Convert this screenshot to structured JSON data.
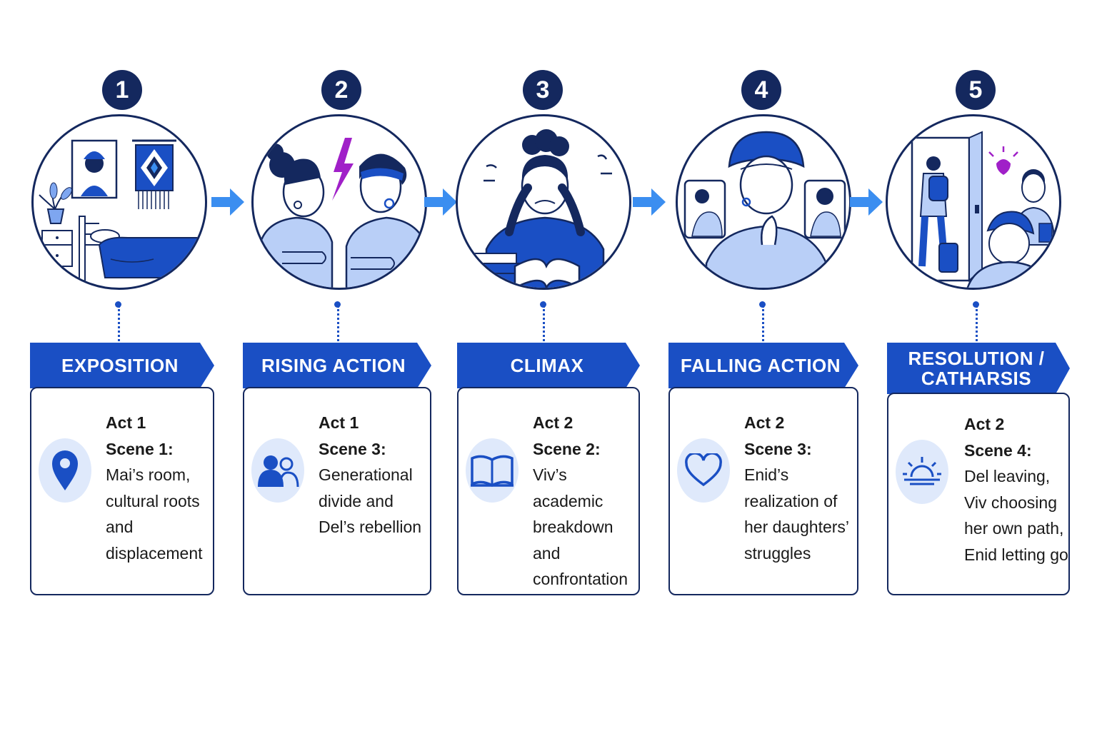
{
  "colors": {
    "navy": "#14285e",
    "primary_blue": "#1a4fc4",
    "light_blue": "#dfe9fb",
    "arrow_blue": "#3b8ef0",
    "accent_purple": "#a020c8"
  },
  "stages": [
    {
      "number": "1",
      "title": "EXPOSITION",
      "act": "Act 1",
      "scene": "Scene 1:",
      "description": [
        "Mai’s room,",
        "cultural roots",
        "and",
        "displacement"
      ],
      "icon": "location-pin-icon",
      "illustration": "bedroom-illustration"
    },
    {
      "number": "2",
      "title": "RISING ACTION",
      "act": "Act 1",
      "scene": "Scene 3:",
      "description": [
        "Generational",
        "divide and",
        "Del’s rebellion"
      ],
      "icon": "people-icon",
      "illustration": "argument-illustration"
    },
    {
      "number": "3",
      "title": "CLIMAX",
      "act": "Act 2",
      "scene": "Scene 2:",
      "description": [
        "Viv’s academic",
        "breakdown and",
        "confrontation"
      ],
      "icon": "open-book-icon",
      "illustration": "stressed-student-illustration"
    },
    {
      "number": "4",
      "title": "FALLING ACTION",
      "act": "Act 2",
      "scene": "Scene 3:",
      "description": [
        "Enid’s",
        "realization of",
        "her daughters’",
        "struggles"
      ],
      "icon": "heart-icon",
      "illustration": "reflecting-mother-illustration"
    },
    {
      "number": "5",
      "title": [
        "RESOLUTION /",
        "CATHARSIS"
      ],
      "act": "Act 2",
      "scene": "Scene 4:",
      "description": [
        "Del leaving,",
        "Viv choosing",
        "her own path,",
        "Enid letting go"
      ],
      "icon": "sunrise-icon",
      "illustration": "departure-illustration"
    }
  ]
}
